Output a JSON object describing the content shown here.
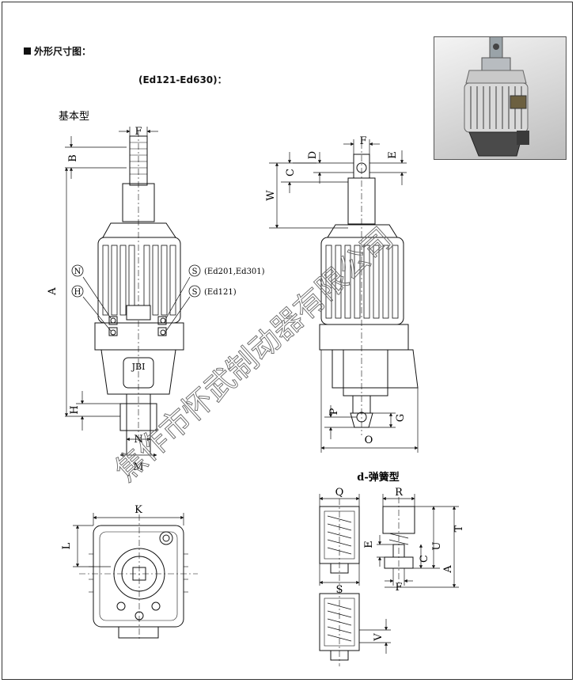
{
  "header": {
    "title": "外形尺寸图：",
    "subtitle": "(Ed121-Ed630)："
  },
  "sections": {
    "basic": "基本型",
    "spring": "d-弹簧型"
  },
  "labels": {
    "A": "A",
    "B": "B",
    "C": "C",
    "D": "D",
    "E": "E",
    "F": "F",
    "G": "G",
    "H": "H",
    "K": "K",
    "L": "L",
    "M": "M",
    "N": "N",
    "O": "O",
    "P": "P",
    "Q": "Q",
    "R": "R",
    "S": "S",
    "T": "T",
    "U": "U",
    "V": "V",
    "W": "W"
  },
  "circle_labels": {
    "N": "N",
    "H": "H",
    "S": "S"
  },
  "annotations": {
    "s_top": "(Ed201,Ed301)",
    "s_bottom": "(Ed121)"
  },
  "nameplate": "JBI",
  "watermark": "焦作市怀武制动器有限公司"
}
